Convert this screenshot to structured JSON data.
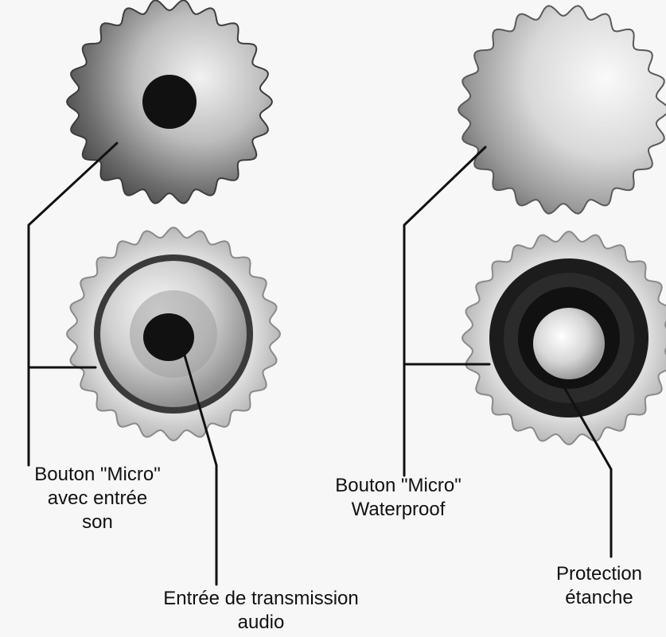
{
  "labels": {
    "micro_son": [
      "Bouton \"Micro\"",
      "avec entrée",
      "son"
    ],
    "transmission": [
      "Entrée de transmission",
      "audio"
    ],
    "micro_waterproof": [
      "Bouton \"Micro\"",
      "Waterproof"
    ],
    "protection": [
      "Protection",
      "étanche"
    ]
  },
  "colors": {
    "background": "#f7f7f7",
    "line": "#111111",
    "metal_light": "#e6e6e6",
    "metal_dark": "#5a5a5a"
  }
}
